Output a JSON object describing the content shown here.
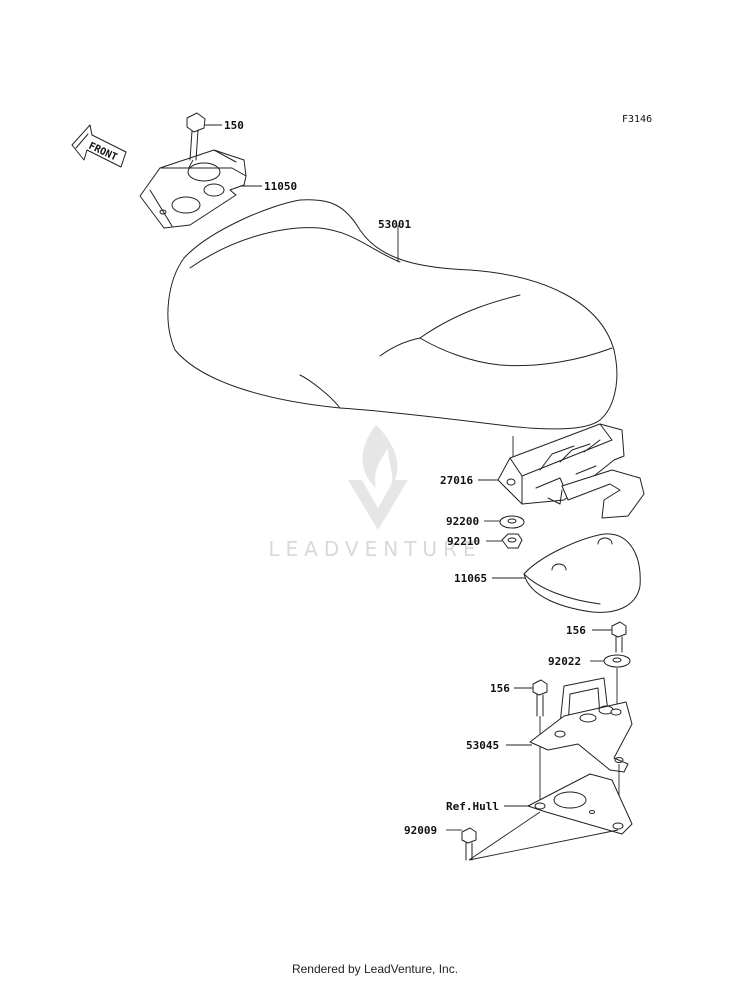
{
  "figure_code": "F3146",
  "front_arrow_label": "FRONT",
  "watermark": "LEADVENTURE",
  "footer": "Rendered by LeadVenture, Inc.",
  "parts": {
    "p150": "150",
    "p11050": "11050",
    "p53001": "53001",
    "p27016": "27016",
    "p92200": "92200",
    "p92210": "92210",
    "p11065": "11065",
    "p156a": "156",
    "p92022": "92022",
    "p156b": "156",
    "p53045": "53045",
    "pRefHull": "Ref.Hull",
    "p92009": "92009"
  }
}
